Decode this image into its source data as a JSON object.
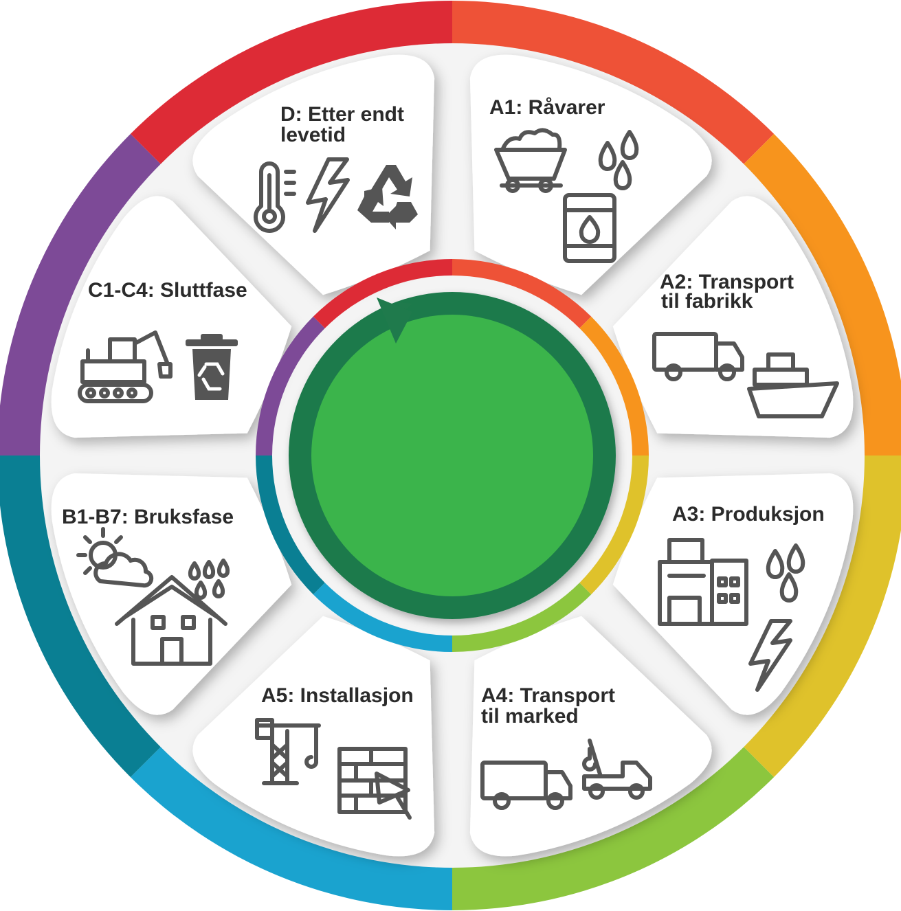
{
  "segments": [
    {
      "id": "a1",
      "label_lines": [
        "A1: Råvarer"
      ],
      "color": "#ee5237",
      "icons": [
        "mine-cart-icon",
        "water-drops-icon",
        "oil-barrel-icon"
      ]
    },
    {
      "id": "a2",
      "label_lines": [
        "A2: Transport",
        "til fabrikk"
      ],
      "color": "#f7941d",
      "icons": [
        "truck-icon",
        "cargo-ship-icon"
      ]
    },
    {
      "id": "a3",
      "label_lines": [
        "A3: Produksjon"
      ],
      "color": "#dfc22b",
      "icons": [
        "factory-icon",
        "water-drops-icon",
        "lightning-icon"
      ]
    },
    {
      "id": "a4",
      "label_lines": [
        "A4: Transport",
        "til marked"
      ],
      "color": "#8cc63e",
      "icons": [
        "truck-icon",
        "tow-truck-icon"
      ]
    },
    {
      "id": "a5",
      "label_lines": [
        "A5: Installasjon"
      ],
      "color": "#1aa3cf",
      "icons": [
        "tower-crane-icon",
        "brick-wall-trowel-icon"
      ]
    },
    {
      "id": "b",
      "label_lines": [
        "B1-B7: Bruksfase"
      ],
      "color": "#0a7f93",
      "icons": [
        "sun-cloud-icon",
        "rain-drops-icon",
        "house-icon"
      ]
    },
    {
      "id": "c",
      "label_lines": [
        "C1-C4: Sluttfase"
      ],
      "color": "#7d4a97",
      "icons": [
        "excavator-icon",
        "recycle-bin-icon"
      ]
    },
    {
      "id": "d",
      "label_lines": [
        "D: Etter endt",
        "levetid"
      ],
      "color": "#dd2b36",
      "icons": [
        "thermometer-icon",
        "lightning-icon",
        "recycle-icon"
      ]
    }
  ],
  "center": {
    "fill": "#3bb44b",
    "ring": "#1f7a4c"
  }
}
